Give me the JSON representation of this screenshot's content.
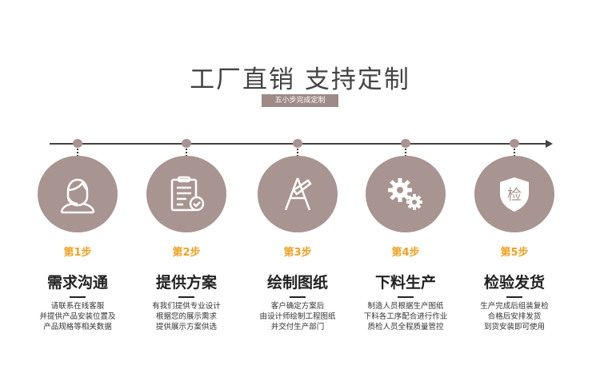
{
  "header": {
    "title": "工厂直销  支持定制",
    "badge": "五小步完成定制"
  },
  "accent": "#f0a020",
  "circle_color": "#a89490",
  "steps": [
    {
      "num": "第1步",
      "name": "需求沟通",
      "icon": "customer-service-icon",
      "desc": [
        "请联系在线客服",
        "并提供产品安装位置及",
        "产品规格等相关数据"
      ]
    },
    {
      "num": "第2步",
      "name": "提供方案",
      "icon": "clipboard-check-icon",
      "desc": [
        "有我们提供专业设计",
        "根据您的展示需求",
        "提供展示方案供选"
      ]
    },
    {
      "num": "第3步",
      "name": "绘制图纸",
      "icon": "drawing-tools-icon",
      "desc": [
        "客户确定方案后",
        "由设计师绘制工程图纸",
        "并交付生产部门"
      ]
    },
    {
      "num": "第4步",
      "name": "下料生产",
      "icon": "gears-icon",
      "desc": [
        "制造人员根据生产图纸",
        "下料各工序配合进行作业",
        "质检人员全程质量管控"
      ]
    },
    {
      "num": "第5步",
      "name": "检验发货",
      "icon": "inspection-shield-icon",
      "shield_text": "检",
      "desc": [
        "生产完成后组装复检",
        "合格后安排发货",
        "到货安装即可使用"
      ]
    }
  ]
}
